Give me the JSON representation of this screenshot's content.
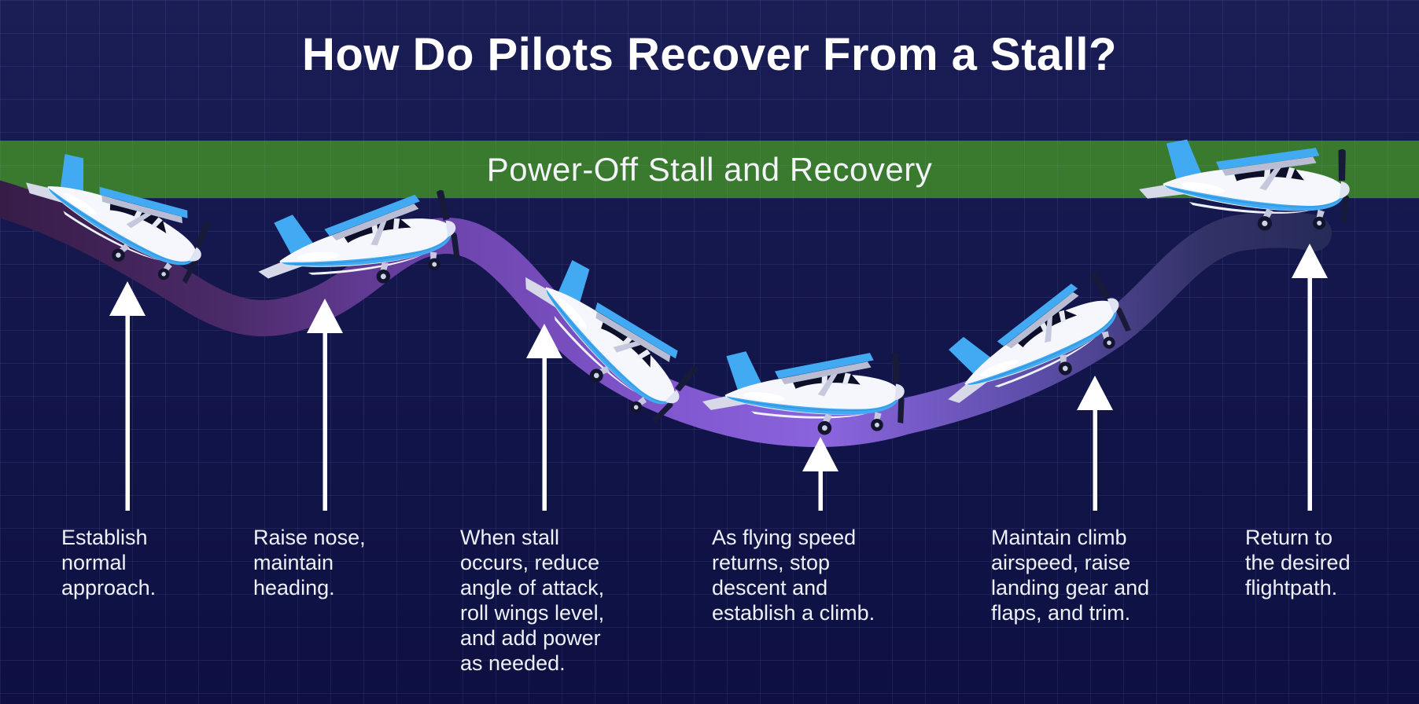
{
  "title": "How Do Pilots Recover From a Stall?",
  "banner": {
    "label": "Power-Off Stall and Recovery"
  },
  "steps": [
    {
      "text": "Establish\nnormal\napproach."
    },
    {
      "text": "Raise nose,\nmaintain\nheading."
    },
    {
      "text": "When stall\noccurs, reduce\nangle of attack,\nroll wings level,\nand add power\nas needed."
    },
    {
      "text": "As flying speed\nreturns, stop\ndescent and\nestablish a climb."
    },
    {
      "text": "Maintain climb\nairspeed, raise\nlanding gear and\nflaps, and trim."
    },
    {
      "text": "Return to\nthe desired\nflightpath."
    }
  ],
  "icons": {
    "airplane": "cessna-airplane-icon",
    "arrow": "up-arrow-icon",
    "path": "flight-path-ribbon"
  },
  "colors": {
    "background_navy": "#13164b",
    "banner_green": "#3a7a2f",
    "path_purple_bright": "#8a64dd",
    "path_purple_dark": "#371c47",
    "plane_blue": "#41aaf2",
    "text_white": "#eef0f8"
  }
}
